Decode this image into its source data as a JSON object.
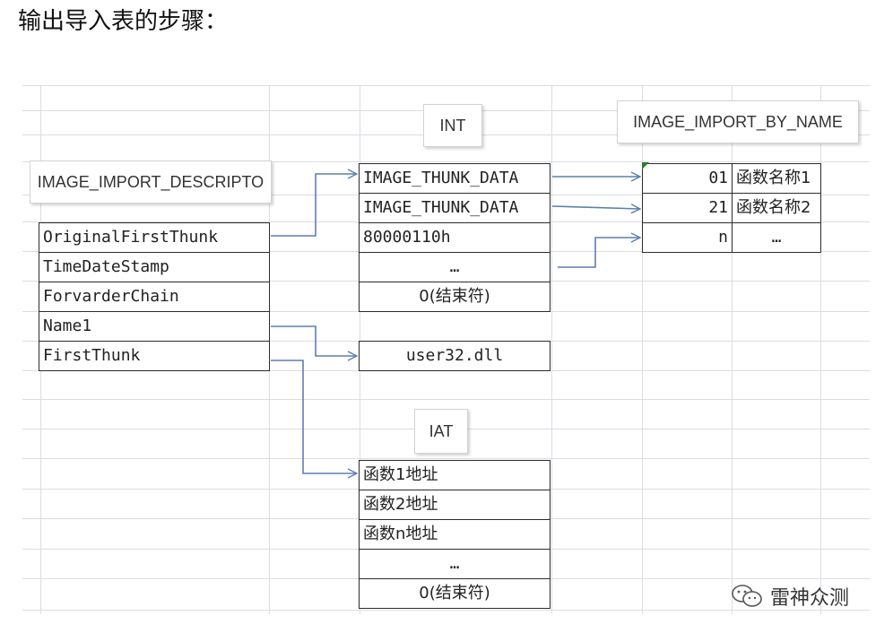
{
  "heading": "输出导入表的步骤：",
  "labels": {
    "int": "INT",
    "image_import_by_name": "IMAGE_IMPORT_BY_NAME",
    "image_import_descriptor": "IMAGE_IMPORT_DESCRIPTO",
    "iat": "IAT"
  },
  "descriptor": [
    "OriginalFirstThunk",
    "TimeDateStamp",
    "ForvarderChain",
    "Name1",
    "FirstThunk"
  ],
  "int_entries": [
    "IMAGE_THUNK_DATA",
    "IMAGE_THUNK_DATA",
    "80000110h",
    "…",
    "0(结束符)"
  ],
  "dll_name": "user32.dll",
  "by_name": [
    {
      "hint": "01",
      "name": "函数名称1"
    },
    {
      "hint": "21",
      "name": "函数名称2"
    },
    {
      "hint": "n",
      "name": "…"
    }
  ],
  "iat_entries": [
    "函数1地址",
    "函数2地址",
    "函数n地址",
    "…",
    "0(结束符)"
  ],
  "watermark": "雷神众测",
  "colors": {
    "arrow": "#5b7fb0",
    "cell_border": "#2b2b2b",
    "grid": "#d9dde3",
    "marker": "#2f7d32"
  },
  "icons": [
    "wechat-icon",
    "cell-marker-icon"
  ]
}
